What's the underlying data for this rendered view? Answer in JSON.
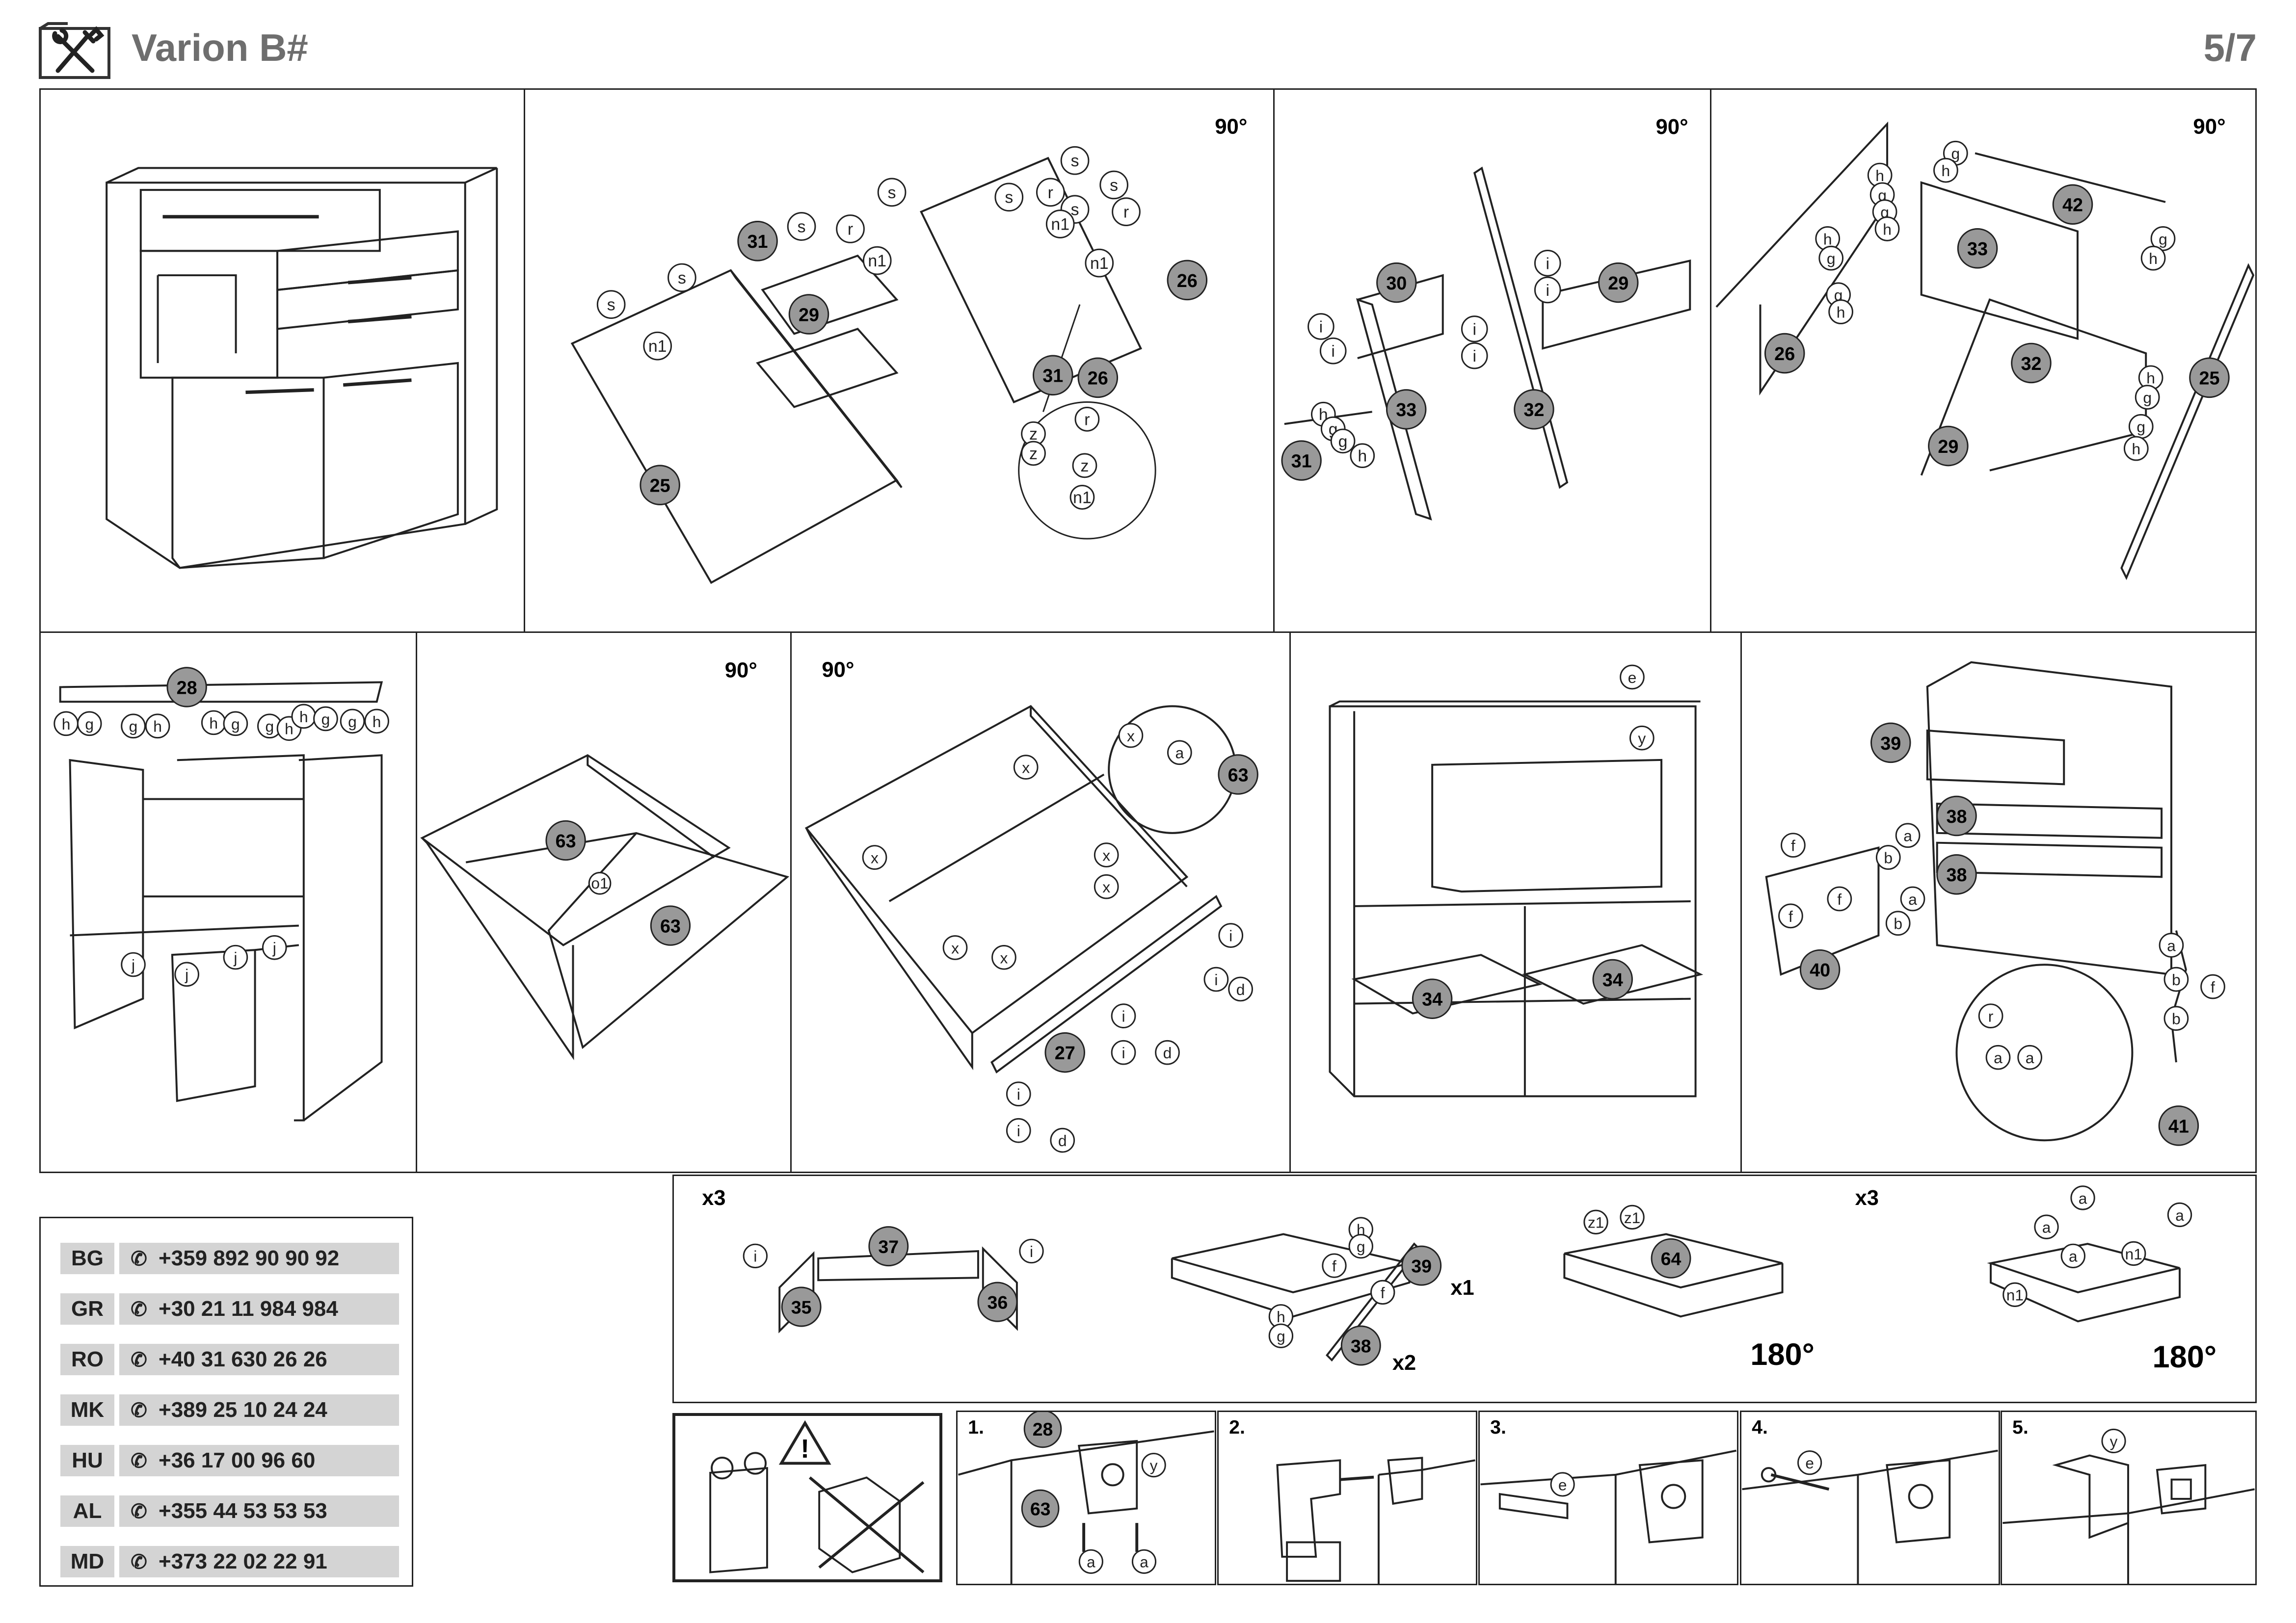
{
  "header": {
    "title": "Varion B#",
    "page": "5/7",
    "logo_icon": "tools-icon"
  },
  "rotation_labels": {
    "r90": "90°",
    "r180": "180°"
  },
  "multipliers": {
    "x3": "x3",
    "x1": "x1",
    "x2": "x2"
  },
  "steps": {
    "s1": "1.",
    "s2": "2.",
    "s3": "3.",
    "s4": "4.",
    "s5": "5."
  },
  "part_numbers": [
    "25",
    "26",
    "27",
    "28",
    "29",
    "30",
    "31",
    "32",
    "33",
    "34",
    "35",
    "36",
    "37",
    "38",
    "39",
    "40",
    "41",
    "42",
    "63",
    "64"
  ],
  "hardware_letters": [
    "a",
    "b",
    "d",
    "e",
    "f",
    "g",
    "h",
    "i",
    "j",
    "r",
    "s",
    "x",
    "y",
    "z",
    "n1",
    "o1",
    "z1"
  ],
  "contacts": [
    {
      "code": "BG",
      "phone": "+359 892 90 90 92"
    },
    {
      "code": "GR",
      "phone": "+30 21 11 984 984"
    },
    {
      "code": "RO",
      "phone": "+40 31 630 26 26"
    },
    {
      "code": "MK",
      "phone": "+389 25 10 24 24"
    },
    {
      "code": "HU",
      "phone": "+36 17 00 96 60"
    },
    {
      "code": "AL",
      "phone": "+355 44 53 53 53"
    },
    {
      "code": "MD",
      "phone": "+373 22 02 22 91"
    }
  ],
  "icons": {
    "phone": "phone-icon",
    "warning": "warning-triangle-icon"
  }
}
